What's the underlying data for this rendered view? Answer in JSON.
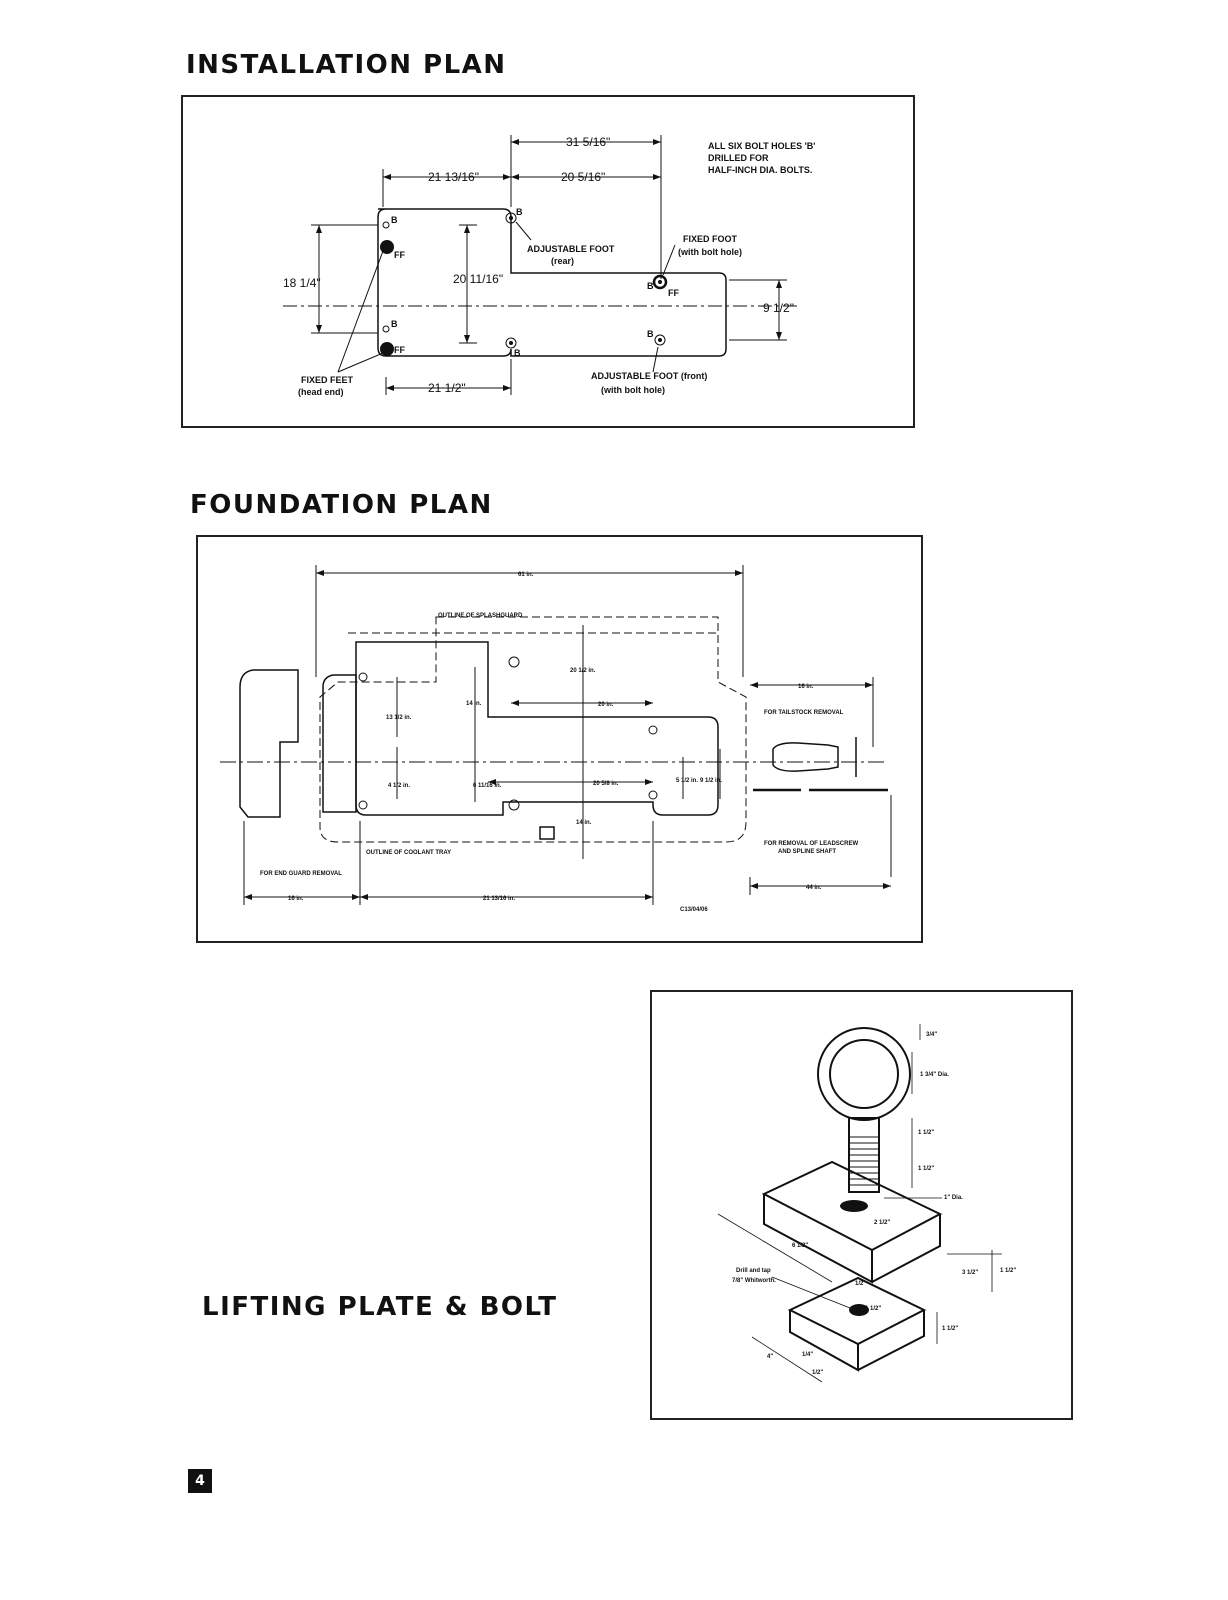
{
  "installation": {
    "title": "INSTALLATION PLAN",
    "note": [
      "ALL SIX BOLT HOLES 'B'",
      "DRILLED FOR",
      "HALF-INCH DIA. BOLTS."
    ],
    "dims": {
      "overall_top": "31 5/16\"",
      "top_mid": "20 5/16\"",
      "top_left": "21 13/16\"",
      "left_height": "18 1/4\"",
      "inner_height": "20 11/16\"",
      "right_height": "9 1/2\"",
      "bottom_left": "21 1/2\""
    },
    "labels": {
      "adj_rear": [
        "ADJUSTABLE FOOT",
        "(rear)"
      ],
      "fixed_foot": [
        "FIXED FOOT",
        "(with bolt hole)"
      ],
      "fixed_feet": [
        "FIXED FEET",
        "(head end)"
      ],
      "adj_front": [
        "ADJUSTABLE FOOT (front)",
        "(with bolt hole)"
      ],
      "b": "B",
      "ff": "FF"
    }
  },
  "foundation": {
    "title": "FOUNDATION PLAN",
    "dims": {
      "overall": "61 in.",
      "d20_half": "20 1/2 in.",
      "d14_upper": "14 in.",
      "d20": "20 in.",
      "d13": "13 1/2 in.",
      "d4": "4 1/2 in.",
      "d6": "6 11/16 in.",
      "d20_58": "20 5/8 in.",
      "d5": "5 1/2 in.",
      "d9": "9 1/2 in.",
      "d14_lower": "14 in.",
      "d16_right": "16 in.",
      "d16_left": "16 in.",
      "d21": "21 13/16 in.",
      "d44": "44 in."
    },
    "labels": {
      "splashguard": "OUTLINE OF SPLASHGUARD",
      "coolant": "OUTLINE OF COOLANT TRAY",
      "tailstock": "FOR TAILSTOCK REMOVAL",
      "leadscrew": [
        "FOR REMOVAL OF LEADSCREW",
        "AND SPLINE SHAFT"
      ],
      "end_guard": "FOR END GUARD REMOVAL",
      "ref": "C13/04/06"
    }
  },
  "lifting": {
    "title": "LIFTING PLATE & BOLT",
    "dims": {
      "ring_top": "3/4\"",
      "ring_dia": "1 3/4\" Dia.",
      "shank1": "1 1/2\"",
      "shank2": "1 1/2\"",
      "bolt_dia": "1\" Dia.",
      "hole": "2 1/2\"",
      "plate_len": "6 1/2\"",
      "plate_w": "3 1/2\"",
      "plate_h": "1 1/2\"",
      "small": "1/2\"",
      "hole2": "1 1/2\"",
      "base_h": "1 1/2\"",
      "base_len": "4\"",
      "base_a": "1/4\"",
      "base_b": "1/2\""
    },
    "labels": {
      "drill": [
        "Drill and tap",
        "7/8\" Whitworth."
      ]
    }
  },
  "page": {
    "number": "4"
  }
}
